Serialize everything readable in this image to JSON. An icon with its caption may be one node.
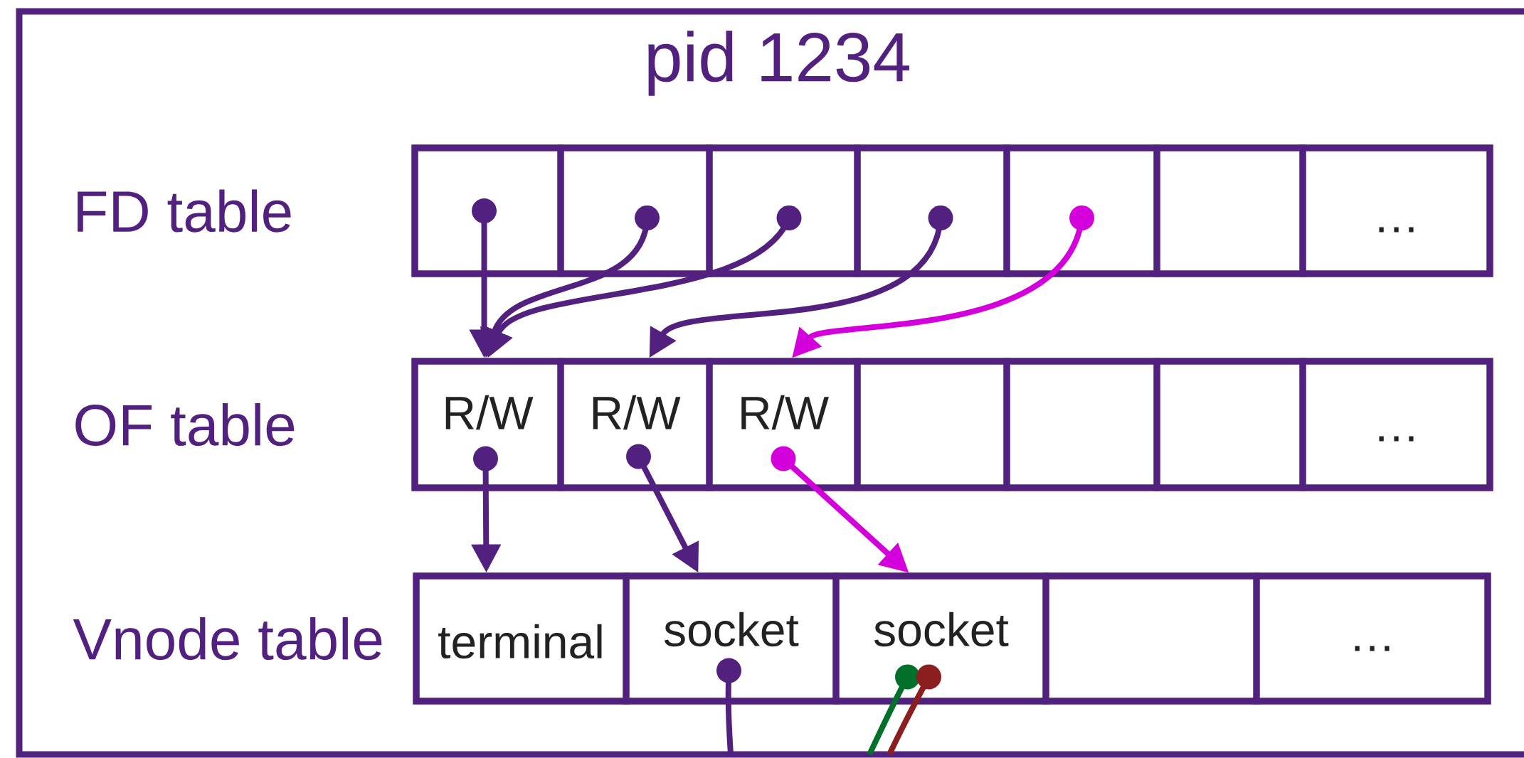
{
  "diagram": {
    "nodes": [
      {
        "text": [
          "pid 1234"
        ]
      },
      {
        "text": [
          "FD table"
        ],
        "in": 0
      },
      {
        "text": [],
        "shape": "box",
        "in": 1
      },
      {
        "text": [],
        "shape": "box",
        "in": 1
      },
      {
        "text": [],
        "shape": "box",
        "in": 1
      },
      {
        "text": [],
        "shape": "box",
        "in": 1
      },
      {
        "text": [],
        "shape": "box",
        "in": 1
      },
      {
        "text": [],
        "shape": "box",
        "in": 1
      },
      {
        "text": [
          "…"
        ],
        "in": 1
      },
      {
        "text": [
          "OF table"
        ],
        "in": 0
      },
      {
        "text": [
          "R/W"
        ],
        "in": 9
      },
      {
        "text": [
          "R/W"
        ],
        "in": 9
      },
      {
        "text": [
          "R/W"
        ],
        "in": 9
      },
      {
        "text": [],
        "shape": "box",
        "in": 9
      },
      {
        "text": [],
        "shape": "box",
        "in": 9
      },
      {
        "text": [],
        "shape": "box",
        "in": 9
      },
      {
        "text": [
          "…"
        ],
        "in": 9
      },
      {
        "text": [
          "Vnode table"
        ],
        "in": 0
      },
      {
        "text": [
          "terminal"
        ],
        "in": 17
      },
      {
        "text": [
          "socket"
        ],
        "in": 17
      },
      {
        "text": [
          "socket"
        ],
        "in": 17
      },
      {
        "text": [],
        "shape": "box",
        "in": 17
      },
      {
        "text": [
          "…"
        ],
        "in": 17
      }
    ],
    "edges": [
      {
        "from": 2,
        "to": 10,
        "arrow": "to"
      },
      {
        "from": 3,
        "to": 10,
        "arrow": "to"
      },
      {
        "from": 4,
        "to": 10,
        "arrow": "to"
      },
      {
        "from": 5,
        "to": 11,
        "arrow": "to"
      },
      {
        "from": 6,
        "to": 12,
        "arrow": "to",
        "color": "#d400dc"
      },
      {
        "from": 10,
        "to": 18,
        "arrow": "to"
      },
      {
        "from": 11,
        "to": 19,
        "arrow": "to"
      },
      {
        "from": 12,
        "to": 20,
        "arrow": "to",
        "color": "#d400dc"
      },
      {
        "from": 19,
        "to": null,
        "arrow": "other"
      },
      {
        "from": 20,
        "to": null,
        "arrow": "other",
        "color": "#00702a"
      },
      {
        "from": 20,
        "to": null,
        "arrow": "other",
        "color": "#8b1e1e"
      }
    ]
  }
}
